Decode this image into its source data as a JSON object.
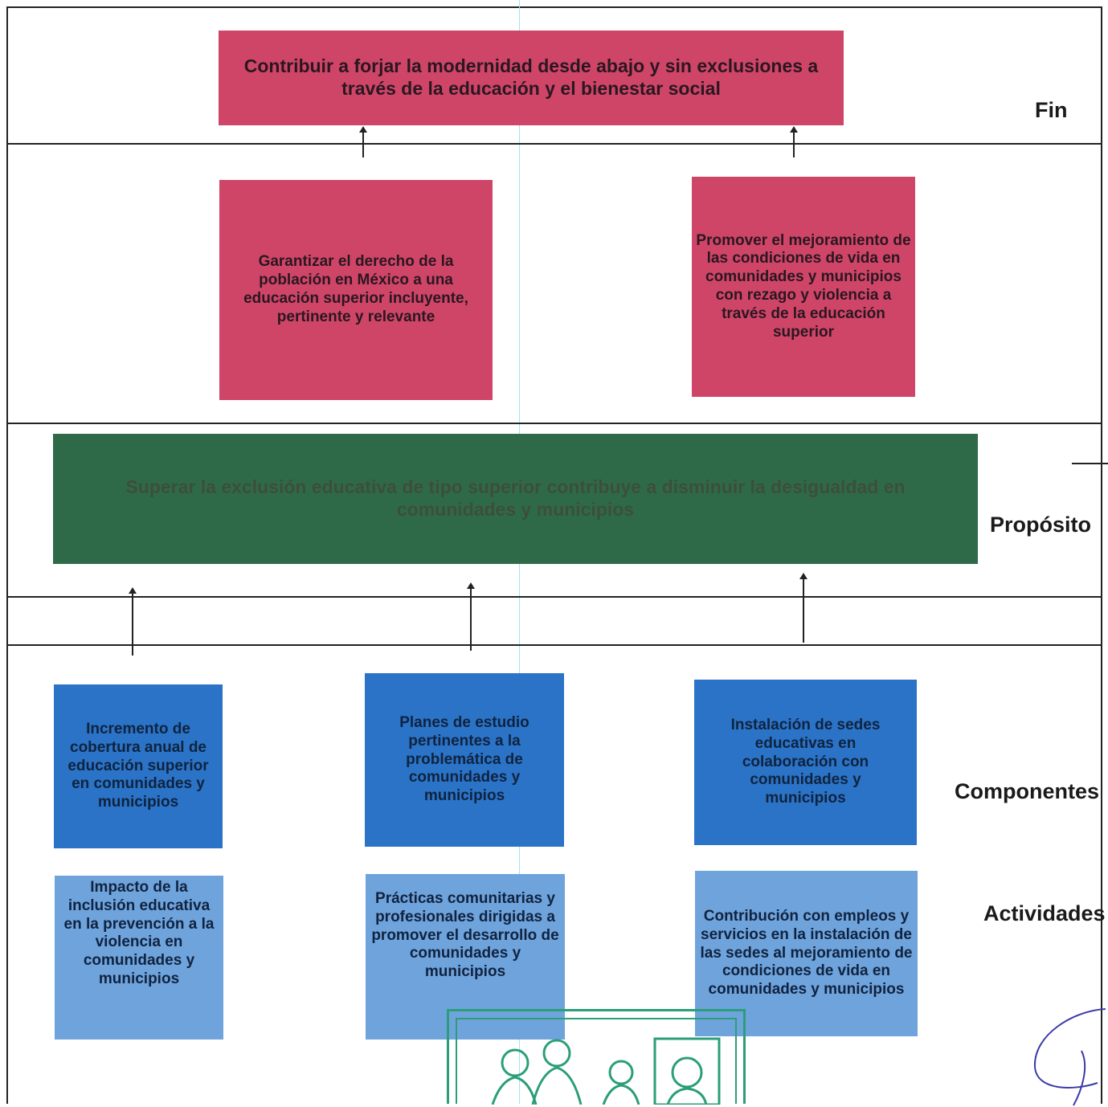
{
  "rows": {
    "fin": "Fin",
    "proposito": "Propósito",
    "componentes": "Componentes",
    "actividades": "Actividades"
  },
  "fin_box": "Contribuir a forjar la modernidad desde abajo y sin exclusiones a través de la educación y el bienestar social",
  "middle_left": "Garantizar el derecho de la población en México a una educación superior incluyente, pertinente y relevante",
  "middle_right": "Promover el mejoramiento de las condiciones de vida en comunidades y municipios con rezago y violencia a través de la educación superior",
  "proposito_box": "Superar la exclusión educativa de tipo superior contribuye a disminuir la desigualdad en comunidades y municipios",
  "componentes": [
    "Incremento de cobertura anual de educación superior en comunidades y municipios",
    "Planes de estudio pertinentes a la problemática de comunidades y municipios",
    "Instalación de sedes educativas en colaboración con comunidades y municipios"
  ],
  "actividades": [
    "Impacto de la inclusión educativa en la prevención a la violencia en comunidades y municipios",
    "Prácticas comunitarias y profesionales dirigidas a promover el desarrollo de comunidades y municipios",
    "Contribución con empleos y servicios en la instalación de las sedes al mejoramiento de condiciones de vida en comunidades y municipios"
  ],
  "colors": {
    "fin": "#cf4568",
    "proposito": "#2f6a48",
    "componentes": "#2a73c7",
    "actividades": "#6fa3dc",
    "stamp": "#2b9e79"
  }
}
